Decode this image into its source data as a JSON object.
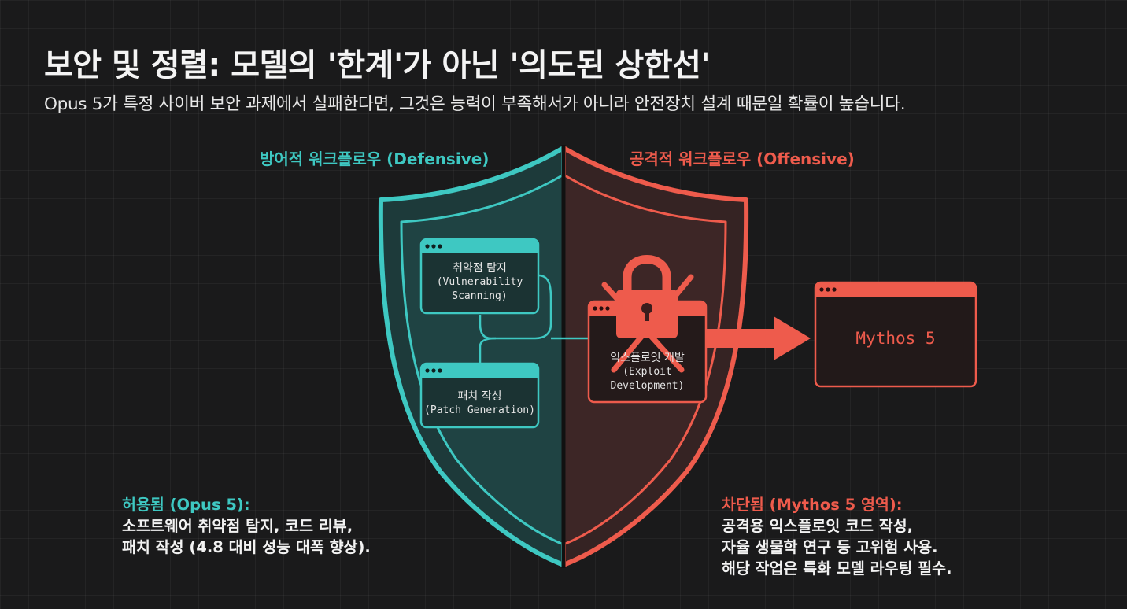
{
  "header": {
    "title": "보안 및 정렬: 모델의 '한계'가 아닌 '의도된 상한선'",
    "subtitle": "Opus 5가 특정 사이버 보안 과제에서 실패한다면, 그것은 능력이 부족해서가 아니라 안전장치 설계 때문일 확률이 높습니다."
  },
  "defensive": {
    "label": "방어적 워크플로우 (Defensive)",
    "box1": {
      "line1": "취약점 탐지",
      "line2": "(Vulnerability",
      "line3": "Scanning)"
    },
    "box2": {
      "line1": "패치 작성",
      "line2": "(Patch Generation)"
    },
    "caption": {
      "head": "허용됨 (Opus 5):",
      "line1": "소프트웨어 취약점 탐지, 코드 리뷰,",
      "line2": "패치 작성 (4.8 대비 성능 대폭 향상)."
    }
  },
  "offensive": {
    "label": "공격적 워크플로우 (Offensive)",
    "box": {
      "line1": "익스플로잇 개발",
      "line2": "(Exploit",
      "line3": "Development)"
    },
    "target": "Mythos 5",
    "caption": {
      "head": "차단됨 (Mythos 5 영역):",
      "line1": "공격용 익스플로잇 코드 작성,",
      "line2": "자율 생물학 연구 등 고위험 사용.",
      "line3": "해당 작업은 특화 모델 라우팅 필수."
    }
  },
  "colors": {
    "teal": "#3ec8c2",
    "red": "#ee5b4c",
    "background": "#1a1a1b"
  }
}
